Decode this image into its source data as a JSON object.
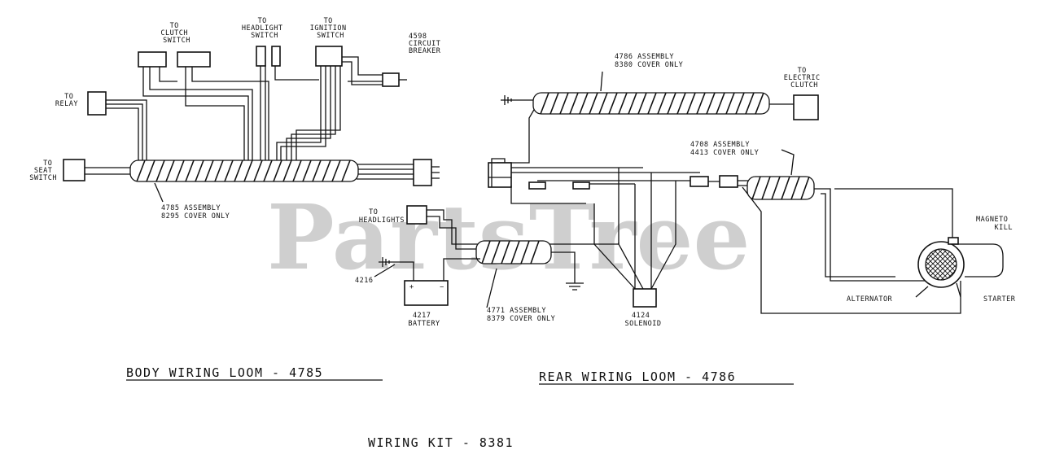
{
  "watermark": "PartsTree",
  "titles": {
    "body_loom": "BODY WIRING LOOM - 4785",
    "rear_loom": "REAR WIRING LOOM - 4786",
    "kit": "WIRING KIT - 8381"
  },
  "labels": {
    "clutch_switch": [
      "TO",
      "CLUTCH",
      "SWITCH"
    ],
    "headlight_switch": [
      "TO",
      "HEADLIGHT",
      "SWITCH"
    ],
    "ignition_switch": [
      "TO",
      "IGNITION",
      "SWITCH"
    ],
    "circuit_breaker": [
      "4598",
      "CIRCUIT",
      "BREAKER"
    ],
    "relay": [
      "TO",
      "RELAY"
    ],
    "seat_switch": [
      "TO",
      "SEAT",
      "SWITCH"
    ],
    "assembly_4785": [
      "4785 ASSEMBLY",
      "8295 COVER ONLY"
    ],
    "headlights": [
      "TO",
      "HEADLIGHTS"
    ],
    "ground_4216": "4216",
    "battery": [
      "4217",
      "BATTERY"
    ],
    "assembly_4771": [
      "4771 ASSEMBLY",
      "8379 COVER ONLY"
    ],
    "solenoid": [
      "4124",
      "SOLENOID"
    ],
    "assembly_4786": [
      "4786 ASSEMBLY",
      "8380 COVER ONLY"
    ],
    "electric_clutch": [
      "TO",
      "ELECTRIC",
      "CLUTCH"
    ],
    "assembly_4708": [
      "4708 ASSEMBLY",
      "4413 COVER ONLY"
    ],
    "magneto_kill": [
      "MAGNETO",
      "KILL"
    ],
    "alternator": "ALTERNATOR",
    "starter": "STARTER"
  }
}
